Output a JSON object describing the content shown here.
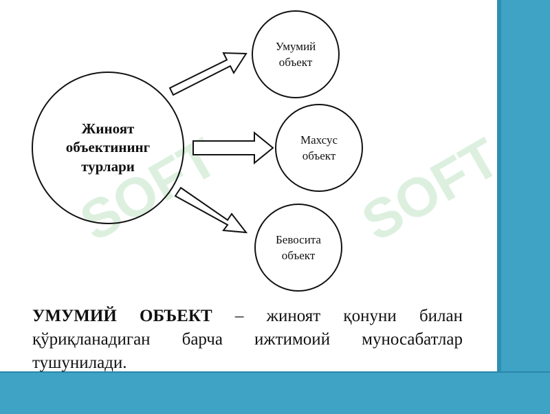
{
  "diagram": {
    "center_label_lines": [
      "Жиноят",
      "объектининг",
      "турлари"
    ],
    "nodes": [
      {
        "label_lines": [
          "Умумий",
          "объект"
        ]
      },
      {
        "label_lines": [
          "Махсус",
          "объект"
        ]
      },
      {
        "label_lines": [
          "Бевосита",
          "объект"
        ]
      }
    ]
  },
  "definition": {
    "term": "УМУМИЙ ОБЪЕКТ",
    "text": " – жиноят қонуни билан қўриқланадиган барча ижтимоий муносабатлар тушунилади."
  },
  "watermark": "SOFT",
  "colors": {
    "accent": "#3fa3c6",
    "watermark": "#9fd7a5"
  }
}
